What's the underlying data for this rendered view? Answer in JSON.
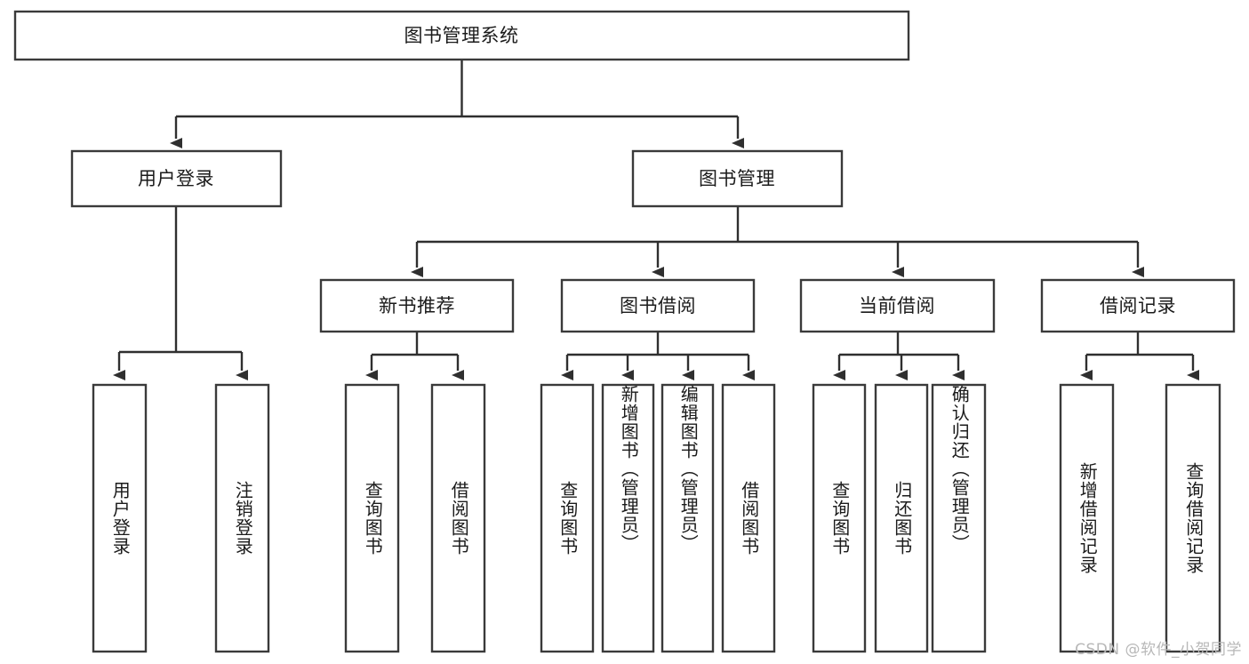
{
  "diagram": {
    "type": "tree",
    "title": "图书管理系统",
    "orientation": "top-down",
    "colors": {
      "box_fill": "#ffffff",
      "box_stroke": "#3a3a3a",
      "edge": "#2f2f2f",
      "text": "#1b1b1b",
      "background": "#ffffff",
      "watermark": "#b8b8b8"
    },
    "root": {
      "label": "图书管理系统"
    },
    "level2": [
      {
        "label": "用户登录"
      },
      {
        "label": "图书管理"
      }
    ],
    "level3": [
      {
        "label": "新书推荐"
      },
      {
        "label": "图书借阅"
      },
      {
        "label": "当前借阅"
      },
      {
        "label": "借阅记录"
      }
    ],
    "leaves": {
      "user_login": [
        {
          "label": "用户登录"
        },
        {
          "label": "注销登录"
        }
      ],
      "new_book": [
        {
          "label": "查询图书"
        },
        {
          "label": "借阅图书"
        }
      ],
      "book_borrow": [
        {
          "label": "查询图书"
        },
        {
          "label": "新增图书（管理员）"
        },
        {
          "label": "编辑图书（管理员）"
        },
        {
          "label": "借阅图书"
        }
      ],
      "current_borrow": [
        {
          "label": "查询图书"
        },
        {
          "label": "归还图书"
        },
        {
          "label": "确认归还（管理员）"
        }
      ],
      "borrow_record": [
        {
          "label": "新增借阅记录"
        },
        {
          "label": "查询借阅记录"
        }
      ]
    }
  },
  "watermark": {
    "text": "CSDN @软件_小贺同学"
  }
}
